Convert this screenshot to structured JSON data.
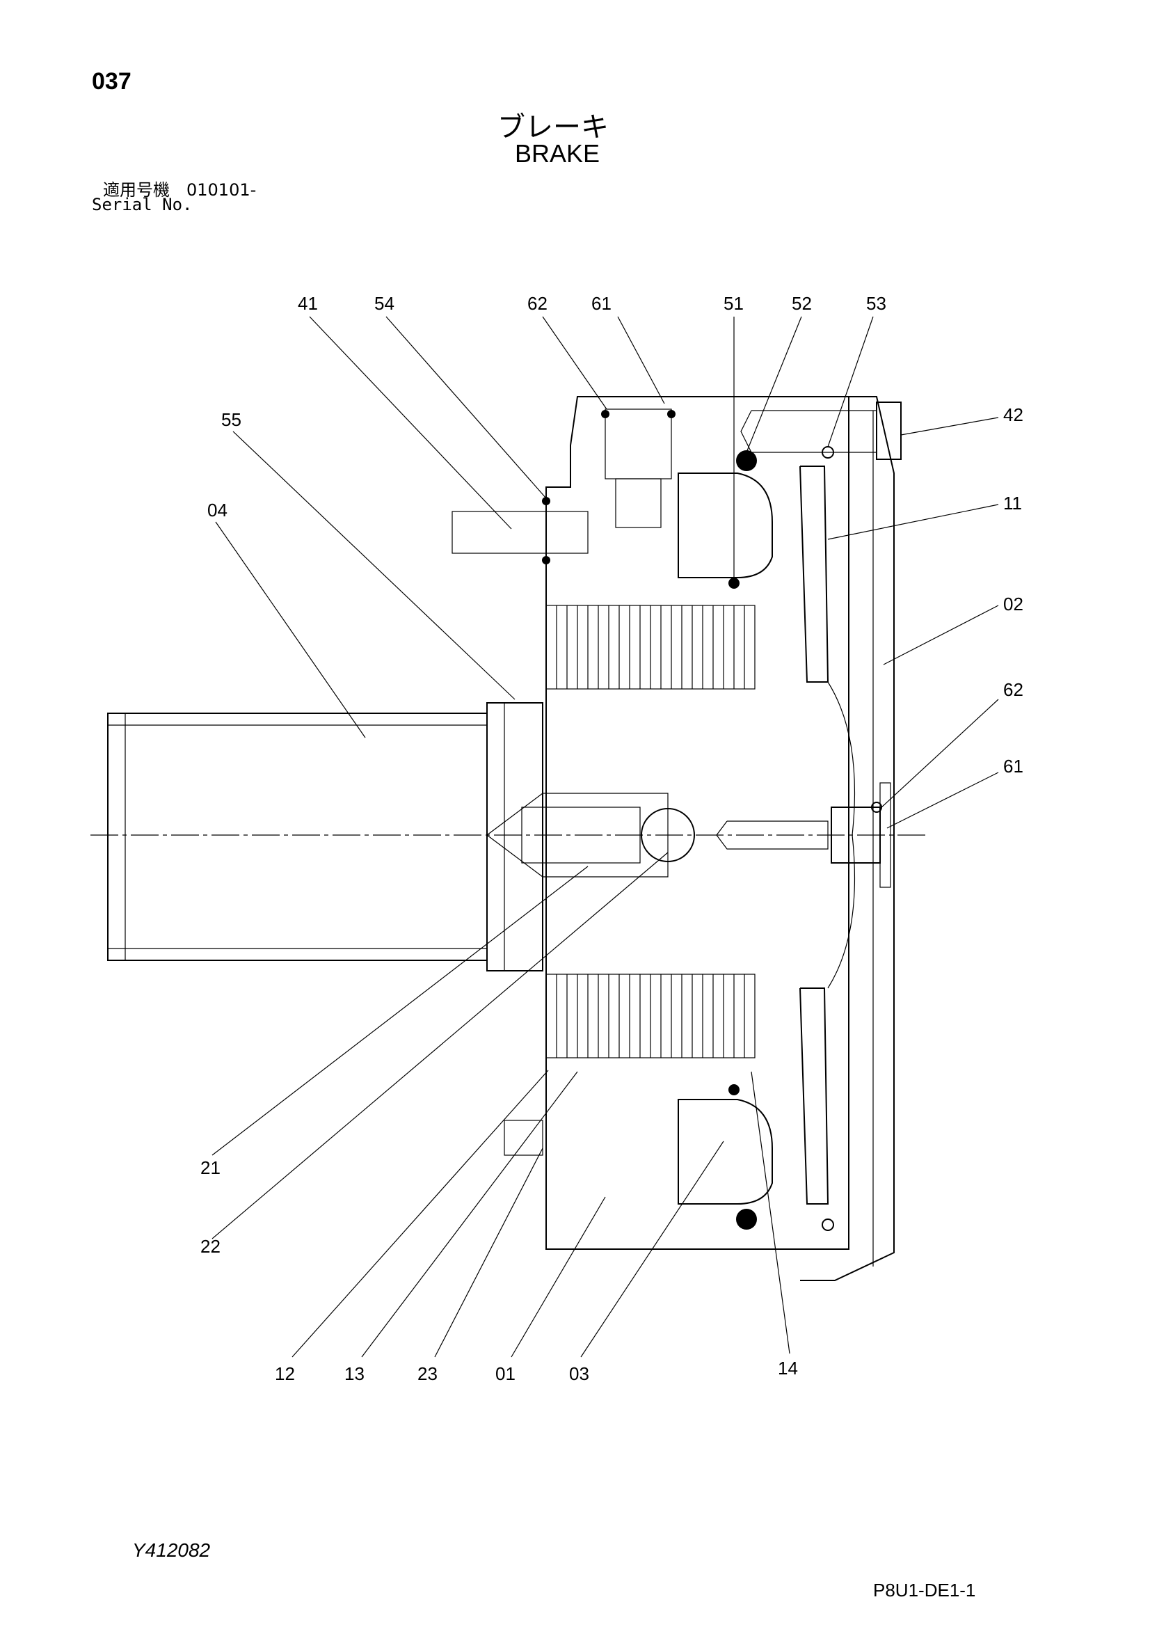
{
  "header": {
    "page_number": "037",
    "title_jp": "ブレーキ",
    "title_en": "BRAKE",
    "serial_jp": "適用号機　010101-",
    "serial_en": "Serial No."
  },
  "callouts": [
    {
      "id": "c41",
      "text": "41"
    },
    {
      "id": "c54",
      "text": "54"
    },
    {
      "id": "c62a",
      "text": "62"
    },
    {
      "id": "c61a",
      "text": "61"
    },
    {
      "id": "c51",
      "text": "51"
    },
    {
      "id": "c52",
      "text": "52"
    },
    {
      "id": "c53",
      "text": "53"
    },
    {
      "id": "c42",
      "text": "42"
    },
    {
      "id": "c55",
      "text": "55"
    },
    {
      "id": "c04",
      "text": "04"
    },
    {
      "id": "c11",
      "text": "11"
    },
    {
      "id": "c02",
      "text": "02"
    },
    {
      "id": "c62b",
      "text": "62"
    },
    {
      "id": "c61b",
      "text": "61"
    },
    {
      "id": "c21",
      "text": "21"
    },
    {
      "id": "c22",
      "text": "22"
    },
    {
      "id": "c12",
      "text": "12"
    },
    {
      "id": "c13",
      "text": "13"
    },
    {
      "id": "c23",
      "text": "23"
    },
    {
      "id": "c01",
      "text": "01"
    },
    {
      "id": "c03",
      "text": "03"
    },
    {
      "id": "c14",
      "text": "14"
    }
  ],
  "footer": {
    "drawing_code": "Y412082",
    "sheet_code": "P8U1-DE1-1"
  }
}
